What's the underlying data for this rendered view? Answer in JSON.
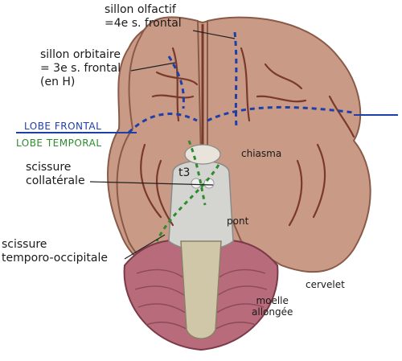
{
  "labels": {
    "sillon_olfactif": [
      "sillon olfactif",
      "=4e s. frontal"
    ],
    "sillon_orbitaire": [
      "sillon orbitaire",
      "= 3e s. frontal",
      "(en H)"
    ],
    "lobe_frontal": "LOBE FRONTAL",
    "lobe_temporal": "LOBE TEMPORAL",
    "scissure_collaterale": [
      "scissure",
      "collatérale"
    ],
    "t3": "t3",
    "scissure_temporo_occipitale": [
      "scissure",
      "temporo-occipitale"
    ],
    "chiasma": "chiasma",
    "pont": "pont",
    "moelle_allongee": [
      "moelle",
      "allongée"
    ],
    "cervelet": "cervelet"
  },
  "colors": {
    "cortex": "#b98a78",
    "cortex_light": "#d9b7a6",
    "sulcus": "#7a3a2a",
    "cerebellum": "#b86b7a",
    "brainstem": "#d4d4d0",
    "frontal_boundary": "#1f3fa8",
    "temporal_marker": "#2e8b2e"
  }
}
